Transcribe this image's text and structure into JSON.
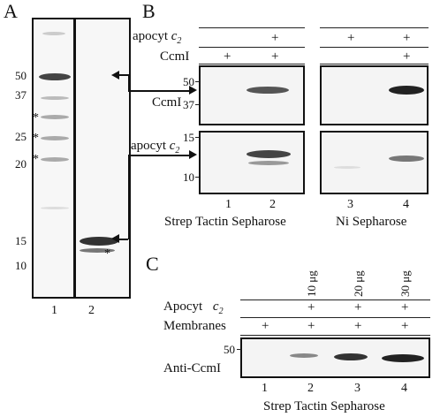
{
  "panels": {
    "a": {
      "letter": "A"
    },
    "b": {
      "letter": "B"
    },
    "c": {
      "letter": "C"
    }
  },
  "panel_a": {
    "mw_markers": [
      "50",
      "37",
      "25",
      "20",
      "15",
      "10"
    ],
    "asterisk": "*",
    "lanes": [
      "1",
      "2"
    ]
  },
  "panel_b": {
    "row_apocyt": {
      "label": "apocyt",
      "sub": "2",
      "prefix": "c",
      "marks": [
        "+",
        "+",
        "+"
      ]
    },
    "row_ccmi": {
      "label": "CcmI",
      "marks": [
        "+",
        "+",
        "+"
      ]
    },
    "blot_labels": {
      "ccmi": "CcmI",
      "apocyt": "apocyt",
      "apocyt_c": "c",
      "apocyt_sub": "2"
    },
    "top_mw": [
      "50",
      "37"
    ],
    "bottom_mw": [
      "15",
      "10"
    ],
    "lanes": [
      "1",
      "2",
      "3",
      "4"
    ],
    "captions": [
      "Strep Tactin Sepharose",
      "Ni Sepharose"
    ]
  },
  "panel_c": {
    "amounts": [
      "10 μg",
      "20 μg",
      "30 μg"
    ],
    "row_apocyt": {
      "label": "Apocyt",
      "c": "c",
      "sub": "2",
      "marks": [
        "+",
        "+",
        "+"
      ]
    },
    "row_membranes": {
      "label": "Membranes",
      "marks": [
        "+",
        "+",
        "+",
        "+"
      ]
    },
    "mw": "50",
    "blot_label": "Anti-CcmI",
    "lanes": [
      "1",
      "2",
      "3",
      "4"
    ],
    "caption": "Strep Tactin Sepharose"
  }
}
